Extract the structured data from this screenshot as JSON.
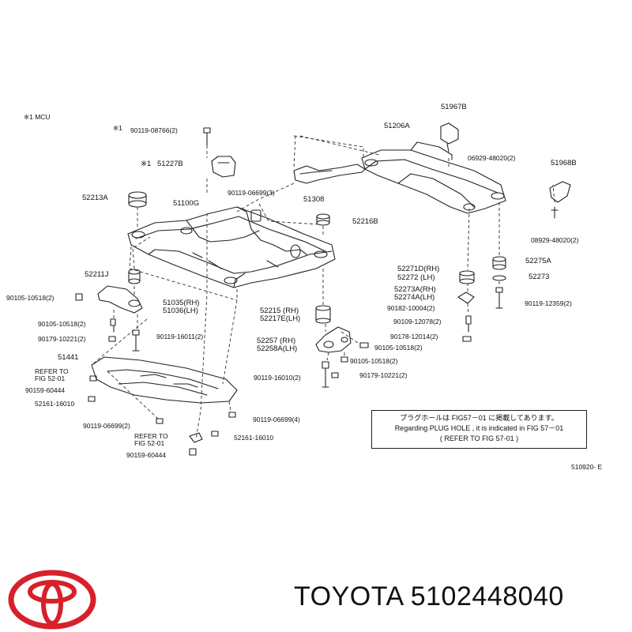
{
  "header": {
    "note": "※1  MCU"
  },
  "labels": {
    "mark1_a": "※1",
    "p90119_08766": "90119-08766(2)",
    "mark1_b": "※1",
    "p51227B": "51227B",
    "p52213A": "52213A",
    "p51100G": "51100G",
    "p90119_06699_3": "90119-06699(3)",
    "p51308": "51308",
    "p51206A": "51206A",
    "p51967B": "51967B",
    "p06929": "06929-48020(2)",
    "p51968B": "51968B",
    "p08929": "08929-48020(2)",
    "p52216B": "52216B",
    "p52275A": "52275A",
    "p52271D": "52271D(RH)",
    "p52272": "52272  (LH)",
    "p52273": "52273",
    "p52273A": "52273A(RH)",
    "p52274A": "52274A(LH)",
    "p90119_12359": "90119-12359(2)",
    "p90182": "90182-10004(2)",
    "p90109": "90109-12078(2)",
    "p52211J": "52211J",
    "p90105_a": "90105-10518(2)",
    "p51035": "51035(RH)",
    "p51036": "51036(LH)",
    "p90105_b": "90105-10518(2)",
    "p90179_a": "90179-10221(2)",
    "p90119_16011": "90119-16011(2)",
    "p52215": "52215 (RH)",
    "p52217E": "52217E(LH)",
    "p52257": "52257 (RH)",
    "p52258A": "52258A(LH)",
    "p90178": "90178-12014(2)",
    "p90105_c": "90105-10518(2)",
    "p90105_d": "90105-10518(2)",
    "p90119_16010": "90119-16010(2)",
    "p90179_b": "90179-10221(2)",
    "p51441": "51441",
    "refer1_a": "REFER TO",
    "refer1_b": "FIG  52-01",
    "p90159_a": "90159-60444",
    "p52161_a": "52161-16010",
    "p90119_06699_2": "90119-06699(2)",
    "p90119_06699_4": "90119-06699(4)",
    "refer2_a": "REFER  TO",
    "refer2_b": "FIG  52-01",
    "p52161_b": "52161-16010",
    "p90159_b": "90159-60444",
    "figcode": "510920- E"
  },
  "note_box": {
    "line1": "プラグホールは FIG57－01 に掲載してあります。",
    "line2": "Regarding  PLUG HOLE , it is indicated in  FIG 57－01",
    "line3": "(  REFER  TO  FIG 57-01  )"
  },
  "footer": {
    "brand": "TOYOTA",
    "part_number": "5102448040"
  },
  "colors": {
    "line": "#222222",
    "logo": "#d8202a"
  }
}
